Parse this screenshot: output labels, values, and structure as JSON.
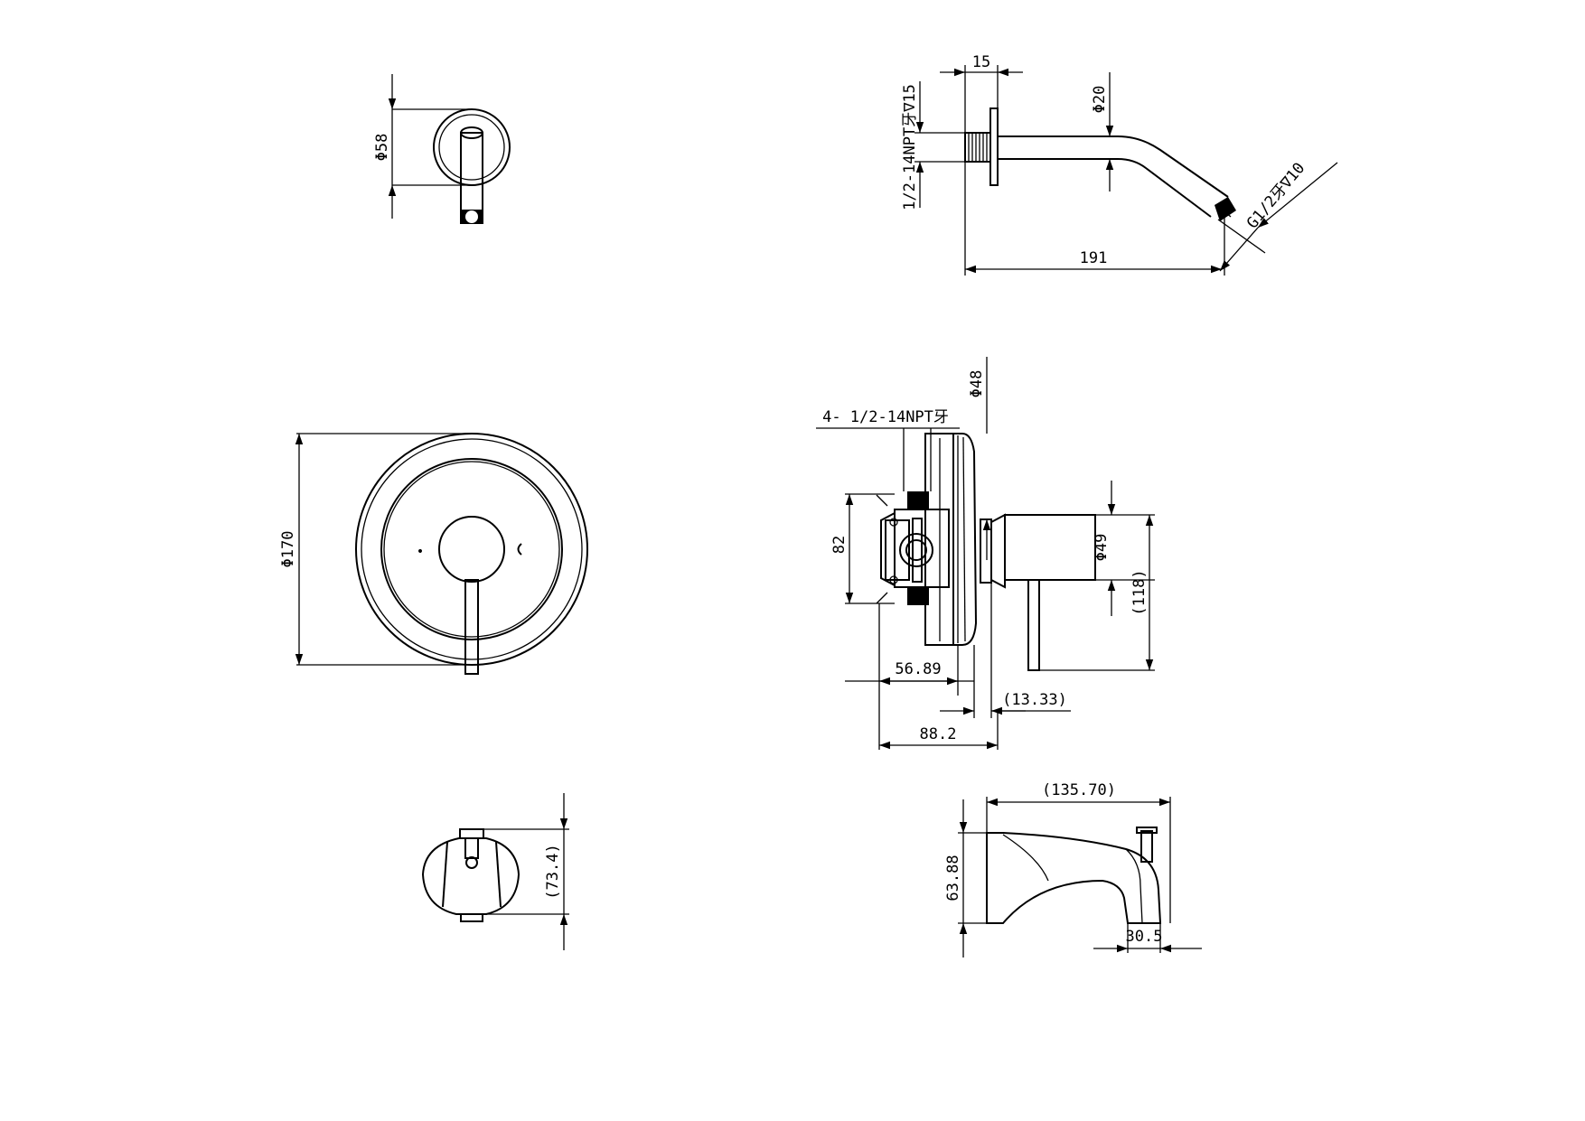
{
  "dimensions": {
    "showerArmFlangeDiameter": "Φ58",
    "flangeThickness": "15",
    "inletThread": "1/2-14NPT牙∇15",
    "armDiameter": "Φ20",
    "outletThread": "G1/2牙∇10",
    "armLength": "191",
    "trimPlateDiameter": "Φ170",
    "valveBodyDiameter": "Φ48",
    "portThread": "4- 1/2-14NPT牙",
    "valveHeight": "82",
    "handleHubDiameter": "Φ49",
    "handleHeight": "(118)",
    "valveDepth": "56.89",
    "trimOffset": "(13.33)",
    "overallDepth": "88.2",
    "spoutHeightFront": "(73.4)",
    "spoutLength": "(135.70)",
    "spoutHeight": "63.88",
    "spoutOutlet": "30.5"
  },
  "colors": {
    "line": "#000000",
    "background": "#ffffff"
  }
}
